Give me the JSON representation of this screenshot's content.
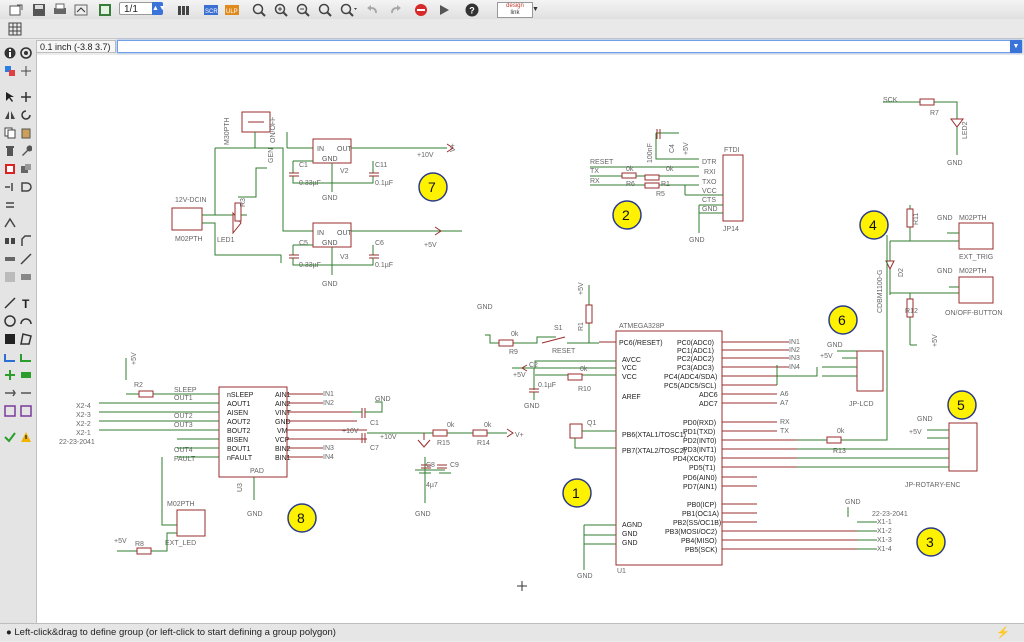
{
  "toolbar": {
    "page_value": "1/1",
    "logo_line1": "design",
    "logo_line2": "link",
    "help_label": "?"
  },
  "coord_display": "0.1 inch (-3.8 3.7)",
  "status_text": "Left-click&drag to define group (or left-click to start defining a group polygon)",
  "schematic": {
    "net_labels": {
      "gen": "GEN",
      "onoff": "ON/OFF",
      "m30pth": "M30PTH",
      "dcin": "12V-DCIN",
      "m02pth_a": "M02PTH",
      "led1": "LED1",
      "r3": "R3",
      "c1": "C1",
      "c5": "C5",
      "c11": "C11",
      "c6": "C6",
      "v2": "V2",
      "v3": "V3",
      "cap_033_a": "0.33µF",
      "cap_01_a": "0.1µF",
      "cap_033_b": "0.33µF",
      "cap_01_b": "0.1µF",
      "in_a": "IN",
      "out_a": "OUT",
      "gnd_a": "GND",
      "in_b": "IN",
      "out_b": "OUT",
      "gnd_b": "GND",
      "plus10v": "+10V",
      "vplus": "V+",
      "plus5v_a": "+5V",
      "gnd_text": "GND",
      "reset": "RESET",
      "tx": "TX",
      "rx": "RX",
      "r6": "R6",
      "r1": "R1",
      "r5": "R5",
      "c4": "C4",
      "c4v": "100nF",
      "k0": "0k",
      "ftdi": "FTDI",
      "dtr": "DTR",
      "rxi": "RXI",
      "txo": "TXO",
      "vcc": "VCC",
      "cts": "CTS",
      "gndpin": "GND",
      "jp14": "JP14",
      "sck": "SCK",
      "r7": "R7",
      "led2": "LED2",
      "r11": "R11",
      "d2": "D2",
      "cdbm": "CDBM1100-G",
      "r12": "R12",
      "ext_trig": "EXT_TRIG",
      "onoff_button": "ON/OFF-BUTTON",
      "m02pth_b": "M02PTH",
      "m02pth_c": "M02PTH",
      "atmega": "ATMEGA328P",
      "u1": "U1",
      "pc6": "PC6(/RESET)",
      "avcc": "AVCC",
      "vcc1": "VCC",
      "vcc2": "VCC",
      "aref": "AREF",
      "pb6": "PB6(XTAL1/TOSC1)",
      "pb7": "PB7(XTAL2/TOSC2)",
      "agnd": "AGND",
      "gnd1": "GND",
      "gnd2": "GND",
      "pc0": "PC0(ADC0)",
      "pc1": "PC1(ADC1)",
      "pc2": "PC2(ADC2)",
      "pc3": "PC3(ADC3)",
      "pc4": "PC4(ADC4/SDA)",
      "pc5": "PC5(ADC5/SCL)",
      "adc6": "ADC6",
      "adc7": "ADC7",
      "pd0": "PD0(RXD)",
      "pd1": "PD1(TXD)",
      "pd2": "PD2(INT0)",
      "pd3": "PD3(INT1)",
      "pd4": "PD4(XCK/T0)",
      "pd5": "PD5(T1)",
      "pd6": "PD6(AIN0)",
      "pd7": "PD7(AIN1)",
      "pb0": "PB0(ICP)",
      "pb1": "PB1(OC1A)",
      "pb2": "PB2(SS/OC1B)",
      "pb3": "PB3(MOSI/OC2)",
      "pb4": "PB4(MISO)",
      "pb5": "PB5(SCK)",
      "in1": "IN1",
      "in2": "IN2",
      "in3": "IN3",
      "in4": "IN4",
      "a6": "A6",
      "a7": "A7",
      "rx2": "RX",
      "tx2": "TX",
      "r9": "R9",
      "r10": "R10",
      "s1": "S1",
      "reset2": "RESET",
      "c2": "C2",
      "c2v": "0.1µF",
      "q1": "Q1",
      "r13": "R13",
      "jp_lcd": "JP-LCD",
      "jp_rot": "JP-ROTARY-ENC",
      "x_1": "X1-1",
      "x_2": "X1-2",
      "x_3": "X1-3",
      "x_4": "X1-4",
      "date": "22-23-2041",
      "date2": "22-23-2041",
      "x2_4": "X2-4",
      "x2_3": "X2-3",
      "x2_2": "X2-2",
      "x2_1": "X2-1",
      "r2": "R2",
      "sleep": "SLEEP",
      "out1": "OUT1",
      "out2": "OUT2",
      "out3": "OUT3",
      "out4": "OUT4",
      "fault": "FAULT",
      "nsleep": "nSLEEP",
      "aout1": "AOUT1",
      "aisen": "AISEN",
      "aout2": "AOUT2",
      "bout2": "BOUT2",
      "bisen": "BISEN",
      "bout1": "BOUT1",
      "nfault": "nFAULT",
      "ain1": "AIN1",
      "ain2": "AIN2",
      "vint": "VINT",
      "gndpad": "GND",
      "vm": "VM",
      "vcp": "VCP",
      "bin2": "BIN2",
      "bin1": "BIN1",
      "pad": "PAD",
      "u3": "U3",
      "c7": "C7",
      "c8": "C8",
      "c9": "C9",
      "c47": "4µ7",
      "r14": "R14",
      "r15": "R15",
      "ext_led": "EXT_LED",
      "r8": "R8",
      "m02pth_d": "M02PTH",
      "plus10v_b": "+10V"
    },
    "callouts": [
      "1",
      "2",
      "3",
      "4",
      "5",
      "6",
      "7",
      "8"
    ]
  }
}
